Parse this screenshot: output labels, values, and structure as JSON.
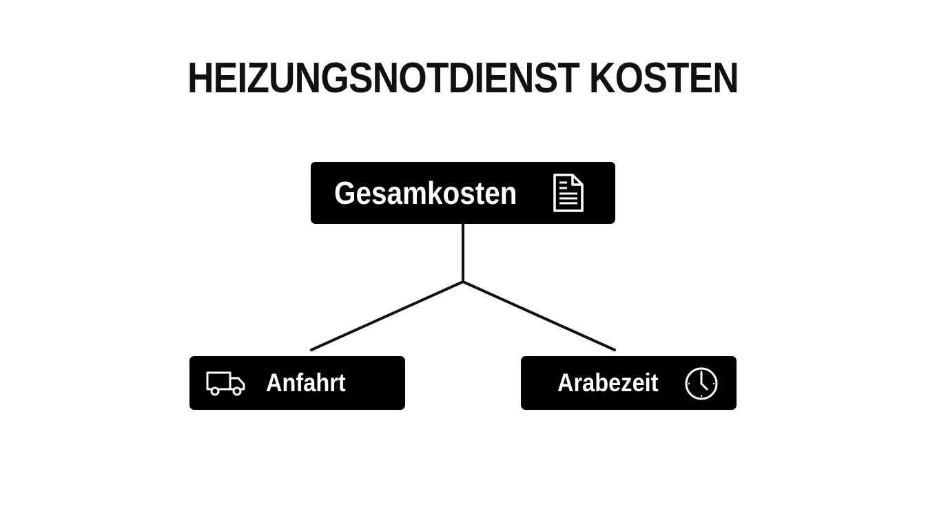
{
  "title": "HEIZUNGSNOTDIENST KOSTEN",
  "colors": {
    "background": "#ffffff",
    "node_fill": "#000000",
    "node_text": "#ffffff",
    "line": "#111111"
  },
  "root": {
    "label": "Gesamkosten",
    "icon": "document-icon"
  },
  "children": [
    {
      "label": "Anfahrt",
      "icon": "truck-icon"
    },
    {
      "label": "Arabezeit",
      "icon": "clock-icon"
    }
  ]
}
